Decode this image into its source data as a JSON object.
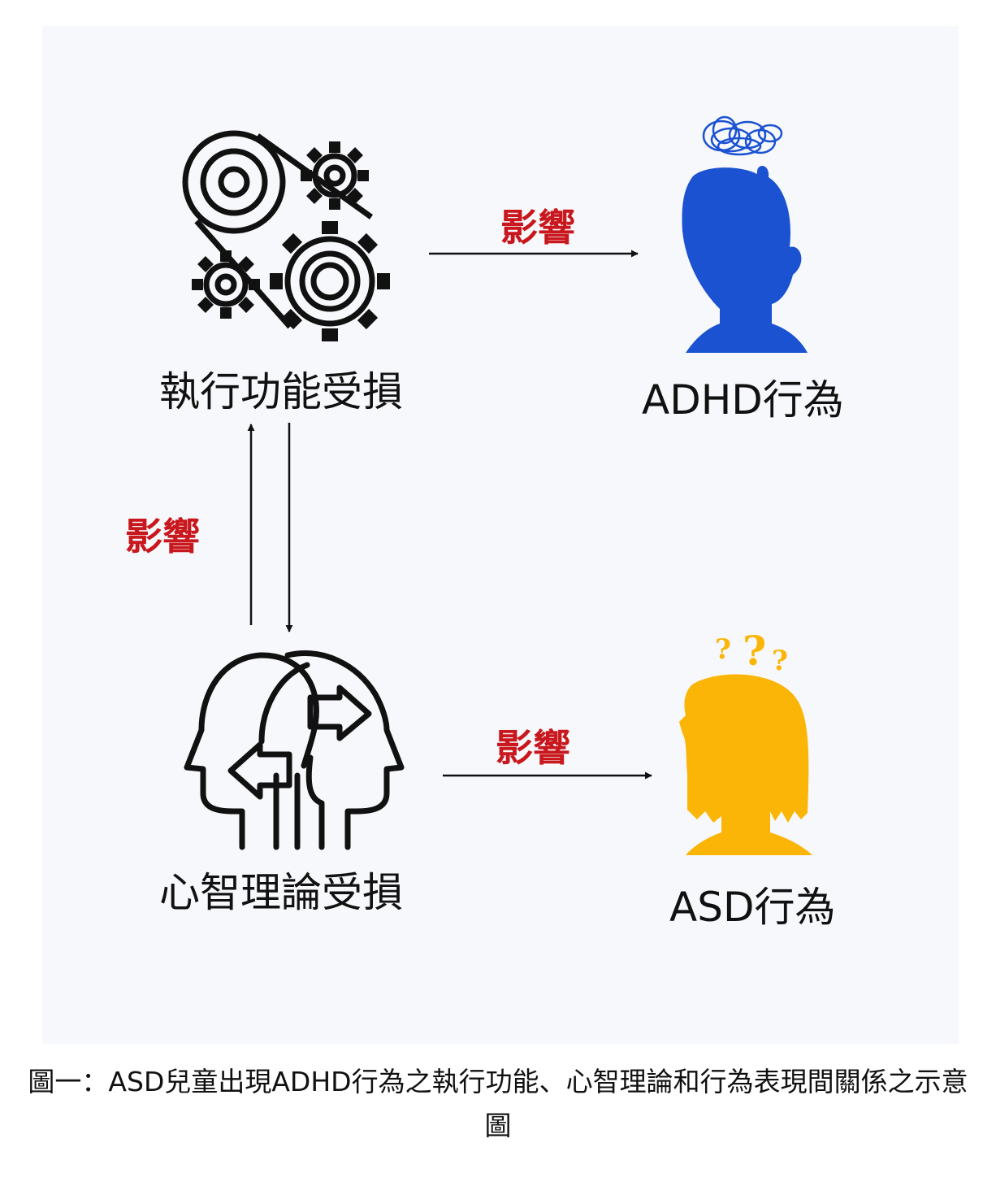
{
  "diagram": {
    "nodes": {
      "executive": {
        "label": "執行功能受損",
        "icon": "gears-icon"
      },
      "adhd": {
        "label": "ADHD行為",
        "icon": "boy-head-scribble-icon",
        "color": "#1a52d2"
      },
      "theory_of_mind": {
        "label": "心智理論受損",
        "icon": "two-heads-arrows-icon"
      },
      "asd": {
        "label": "ASD行為",
        "icon": "girl-head-question-icon",
        "color": "#fbb507"
      }
    },
    "edges": [
      {
        "from": "executive",
        "to": "adhd",
        "label": "影響"
      },
      {
        "from": "executive",
        "to": "theory_of_mind",
        "label": "影響",
        "bidirectional": true
      },
      {
        "from": "theory_of_mind",
        "to": "asd",
        "label": "影響"
      }
    ],
    "edge_label_color": "#c8171d"
  },
  "caption": "圖一：ASD兒童出現ADHD行為之執行功能、心智理論和行為表現間關係之示意圖"
}
